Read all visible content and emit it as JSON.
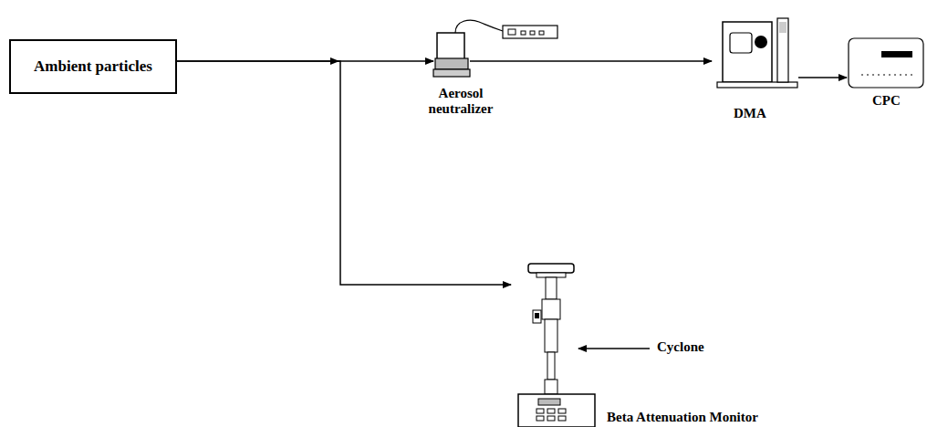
{
  "diagram": {
    "nodes": [
      {
        "text": [
          "Ambient particles"
        ]
      },
      {
        "text": [
          "Aerosol neutralizer"
        ]
      },
      {
        "text": [
          "DMA"
        ]
      },
      {
        "text": [
          "CPC"
        ]
      },
      {
        "text": [
          "Beta Attenuation Monitor"
        ]
      }
    ],
    "edges": [
      {
        "from": 0,
        "to": 1,
        "arrow": "to"
      },
      {
        "from": 1,
        "to": 2,
        "arrow": "to"
      },
      {
        "from": 2,
        "to": 3,
        "arrow": "to"
      },
      {
        "from": 0,
        "to": 4,
        "arrow": "to"
      }
    ],
    "labels": [
      "Cyclone"
    ]
  }
}
